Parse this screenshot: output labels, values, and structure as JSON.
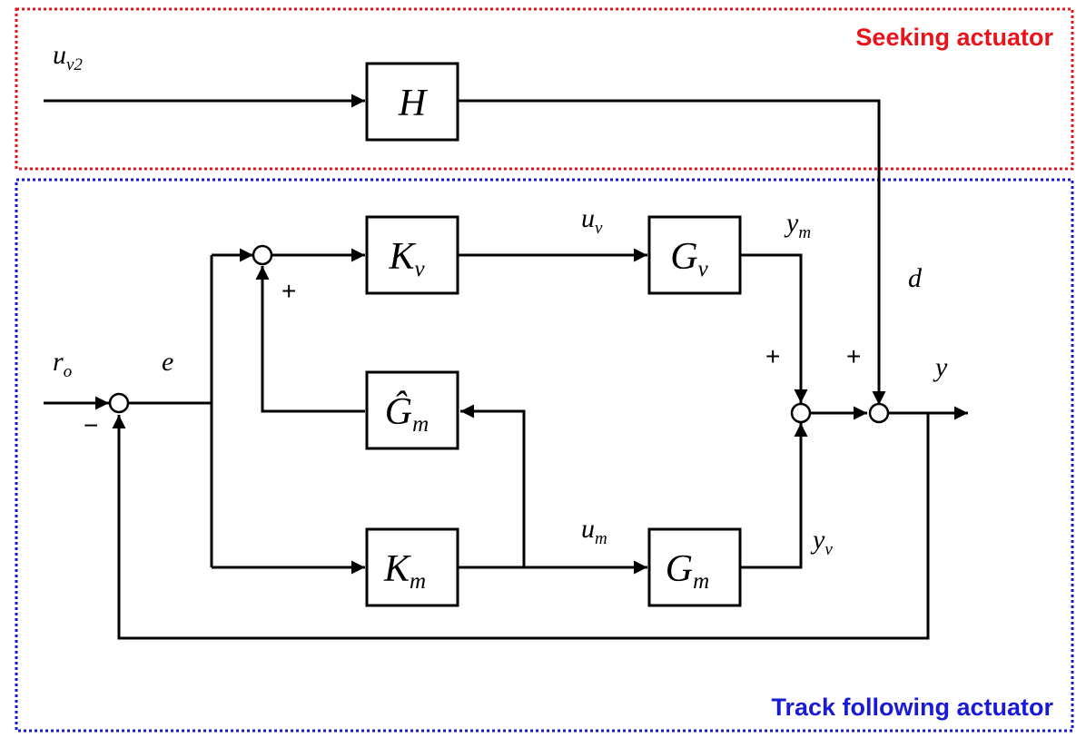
{
  "colors": {
    "seeking_region": "#e8141c",
    "track_region": "#1a1ad6",
    "line": "#000000"
  },
  "regions": {
    "seeking": {
      "title": "Seeking actuator"
    },
    "track": {
      "title": "Track following actuator"
    }
  },
  "blocks": {
    "H": {
      "symbol": "H",
      "sub": ""
    },
    "Kv": {
      "symbol": "K",
      "sub": "v"
    },
    "Gv": {
      "symbol": "G",
      "sub": "v"
    },
    "Gm_hat": {
      "symbol": "Ĝ",
      "sub": "m"
    },
    "Km": {
      "symbol": "K",
      "sub": "m"
    },
    "Gm": {
      "symbol": "G",
      "sub": "m"
    }
  },
  "signals": {
    "uv2": {
      "symbol": "u",
      "sub": "v2"
    },
    "ro": {
      "symbol": "r",
      "sub": "o"
    },
    "e": {
      "symbol": "e"
    },
    "uv": {
      "symbol": "u",
      "sub": "v"
    },
    "ym": {
      "symbol": "y",
      "sub": "m"
    },
    "d": {
      "symbol": "d"
    },
    "y": {
      "symbol": "y"
    },
    "um": {
      "symbol": "u",
      "sub": "m"
    },
    "yv": {
      "symbol": "y",
      "sub": "v"
    }
  },
  "signs": {
    "minus": "−",
    "plus": "+"
  }
}
